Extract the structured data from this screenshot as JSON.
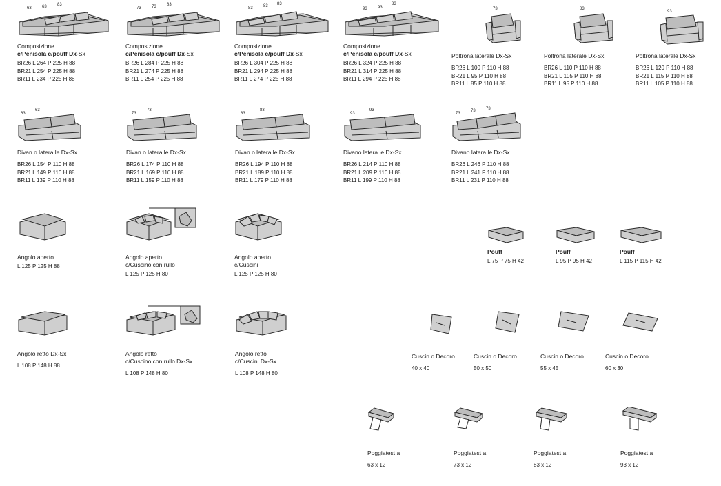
{
  "compositions": [
    {
      "dims": [
        "63",
        "63",
        "83"
      ],
      "label1": "Composizione",
      "label2": "c/Penisola c/pouff Dx",
      "label2b": "-Sx",
      "specs": [
        "BR26   L 264 P 225 H 88",
        "BR21   L 254 P 225 H 88",
        "BR11   L 234 P 225 H 88"
      ]
    },
    {
      "dims": [
        "73",
        "73",
        "83"
      ],
      "label1": "Composizione",
      "label2": "c/Penisola c/pouff Dx",
      "label2b": "-Sx",
      "specs": [
        "BR26   L 284 P 225 H 88",
        "BR21   L 274 P 225 H 88",
        "BR11   L 254 P 225 H 88"
      ]
    },
    {
      "dims": [
        "83",
        "83",
        "83"
      ],
      "label1": "Composizione",
      "label2": "c/Penisola c/pouff Dx",
      "label2b": "-Sx",
      "specs": [
        "BR26   L 304 P 225 H 88",
        "BR21   L 294 P 225 H 88",
        "BR11   L 274 P 225 H 88"
      ]
    },
    {
      "dims": [
        "93",
        "93",
        "83"
      ],
      "label1": "Composizione",
      "label2": "c/Penisola c/pouff Dx",
      "label2b": "-Sx",
      "specs": [
        "BR26   L 324 P 225 H 88",
        "BR21   L 314 P 225 H 88",
        "BR11   L 294 P 225 H 88"
      ]
    }
  ],
  "armchairs": [
    {
      "dims": [
        "73"
      ],
      "label1": "Poltrona laterale Dx-Sx",
      "specs": [
        "BR26   L 100 P 110 H 88",
        "BR21   L 95 P 110 H 88",
        "BR11   L 85 P 110 H 88"
      ]
    },
    {
      "dims": [
        "83"
      ],
      "label1": "Poltrona laterale Dx-Sx",
      "specs": [
        "BR26   L 110 P 110 H 88",
        "BR21   L 105 P 110 H 88",
        "BR11   L 95 P 110 H 88"
      ]
    },
    {
      "dims": [
        "93"
      ],
      "label1": "Poltrona laterale Dx-Sx",
      "specs": [
        "BR26   L 120 P 110 H 88",
        "BR21   L 115 P 110 H 88",
        "BR11   L 105 P 110 H 88"
      ]
    }
  ],
  "sofas": [
    {
      "dims": [
        "63",
        "63"
      ],
      "label1": "Divan o latera  le Dx-Sx",
      "specs": [
        "BR26   L 154 P 110 H 88",
        "BR21   L 149 P 110 H 88",
        "BR11   L 139 P 110 H 88"
      ]
    },
    {
      "dims": [
        "73",
        "73"
      ],
      "label1": "Divan o latera  le Dx-Sx",
      "specs": [
        "BR26   L 174 P 110 H 88",
        "BR21   L 169 P 110 H 88",
        "BR11   L 159 P 110 H 88"
      ]
    },
    {
      "dims": [
        "83",
        "83"
      ],
      "label1": "Divan o latera  le Dx-Sx",
      "specs": [
        "BR26   L 194 P 110 H 88",
        "BR21   L 189 P 110 H 88",
        "BR11   L 179 P 110 H 88"
      ]
    },
    {
      "dims": [
        "93",
        "93"
      ],
      "label1": "Divano  latera  le Dx-Sx",
      "specs": [
        "BR26   L 214 P 110 H 88",
        "BR21   L 209 P 110 H 88",
        "BR11   L 199 P 110 H 88"
      ]
    },
    {
      "dims": [
        "73",
        "73",
        "73"
      ],
      "label1": "Divano  latera  le Dx-Sx",
      "specs": [
        "BR26   L 246 P 110 H 88",
        "BR21   L 241 P 110 H 88",
        "BR11   L 231 P 110 H 88"
      ]
    }
  ],
  "corners_open": [
    {
      "label1": "Angolo aperto",
      "label2": "",
      "specs": [
        "L 125 P 125 H 88"
      ]
    },
    {
      "label1": "Angolo aperto",
      "label2": "c/Cuscino con rullo",
      "specs": [
        "L 125 P 125 H 80"
      ]
    },
    {
      "label1": "Angolo aperto",
      "label2": "c/Cuscini",
      "specs": [
        "L 125 P 125 H 80"
      ]
    }
  ],
  "corners_right": [
    {
      "label1": "Angolo retto Dx-Sx",
      "label2": "",
      "specs": [
        "L 108 P 148 H 88"
      ]
    },
    {
      "label1": "Angolo retto",
      "label2": "c/Cuscino con rullo Dx-Sx",
      "specs": [
        "L 108 P 148 H 80"
      ]
    },
    {
      "label1": "Angolo retto",
      "label2": "c/Cuscini Dx-Sx",
      "specs": [
        "L 108 P 148 H 80"
      ]
    }
  ],
  "pouffs": [
    {
      "label1": "Pouff",
      "specs": [
        "L 75 P 75 H 42"
      ]
    },
    {
      "label1": "Pouff",
      "specs": [
        "L 95 P 95 H 42"
      ]
    },
    {
      "label1": "Pouff",
      "specs": [
        "L 115 P 115 H 42"
      ]
    }
  ],
  "cushions": [
    {
      "label1": "Cuscin  o Decoro",
      "specs": [
        "40 x 40"
      ]
    },
    {
      "label1": "Cuscin  o Decoro",
      "specs": [
        "50 x 50"
      ]
    },
    {
      "label1": "Cuscin  o Decoro",
      "specs": [
        "55 x 45"
      ]
    },
    {
      "label1": "Cuscin  o Decoro",
      "specs": [
        "60 x 30"
      ]
    }
  ],
  "headrests": [
    {
      "label1": "Poggiatest  a",
      "specs": [
        "63 x 12"
      ]
    },
    {
      "label1": "Poggiatest  a",
      "specs": [
        "73 x 12"
      ]
    },
    {
      "label1": "Poggiatest  a",
      "specs": [
        "83 x 12"
      ]
    },
    {
      "label1": "Poggiatest  a",
      "specs": [
        "93 x 12"
      ]
    }
  ],
  "icons": {
    "composition": "sectional-sofa-icon",
    "armchair": "armchair-icon",
    "sofa": "sofa-icon",
    "corner_open": "open-corner-icon",
    "corner_right": "right-corner-icon",
    "pouff": "pouff-icon",
    "cushion": "cushion-icon",
    "headrest": "headrest-icon"
  }
}
